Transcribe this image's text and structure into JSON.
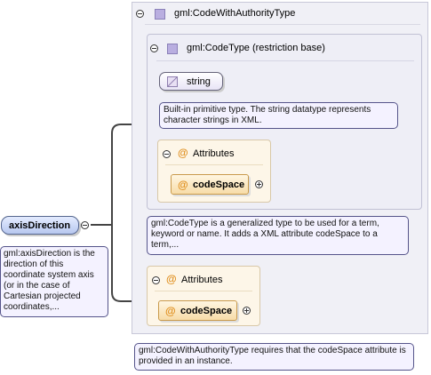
{
  "outer_type": {
    "name": "gml:CodeWithAuthorityType"
  },
  "inner_type": {
    "name": "gml:CodeType (restriction base)"
  },
  "string_type": {
    "name": "string",
    "note": "Built-in primitive type. The string datatype represents character strings in XML."
  },
  "inner_attributes": {
    "header": "Attributes",
    "attr_name": "codeSpace"
  },
  "codetype_note": "gml:CodeType is a generalized type to be used for a term, keyword or name. It adds a XML attribute codeSpace to a term,...",
  "outer_attributes": {
    "header": "Attributes",
    "attr_name": "codeSpace"
  },
  "outer_note": "gml:CodeWithAuthorityType requires that the codeSpace attribute is provided in an instance.",
  "element": {
    "name": "axisDirection",
    "note": "gml:axisDirection is the direction of this coordinate system axis (or in the case of Cartesian projected coordinates,..."
  },
  "colors": {
    "type_panel": "#eeeef6",
    "attr_panel": "#fdf6e8",
    "note_border": "#55548a",
    "element_fill": "#c8d4f2"
  }
}
